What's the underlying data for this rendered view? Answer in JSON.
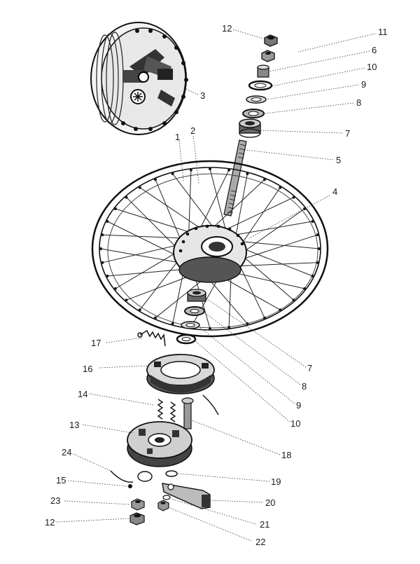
{
  "callouts": [
    {
      "id": "c12a",
      "text": "12"
    },
    {
      "id": "c11",
      "text": "11"
    },
    {
      "id": "c6",
      "text": "6"
    },
    {
      "id": "c10a",
      "text": "10"
    },
    {
      "id": "c9a",
      "text": "9"
    },
    {
      "id": "c8a",
      "text": "8"
    },
    {
      "id": "c7a",
      "text": "7"
    },
    {
      "id": "c5",
      "text": "5"
    },
    {
      "id": "c3",
      "text": "3"
    },
    {
      "id": "c1",
      "text": "1"
    },
    {
      "id": "c2",
      "text": "2"
    },
    {
      "id": "c4",
      "text": "4"
    },
    {
      "id": "c17",
      "text": "17"
    },
    {
      "id": "c16",
      "text": "16"
    },
    {
      "id": "c14",
      "text": "14"
    },
    {
      "id": "c13",
      "text": "13"
    },
    {
      "id": "c24",
      "text": "24"
    },
    {
      "id": "c15",
      "text": "15"
    },
    {
      "id": "c23",
      "text": "23"
    },
    {
      "id": "c12b",
      "text": "12"
    },
    {
      "id": "c7b",
      "text": "7"
    },
    {
      "id": "c8b",
      "text": "8"
    },
    {
      "id": "c9b",
      "text": "9"
    },
    {
      "id": "c10b",
      "text": "10"
    },
    {
      "id": "c18",
      "text": "18"
    },
    {
      "id": "c19",
      "text": "19"
    },
    {
      "id": "c20",
      "text": "20"
    },
    {
      "id": "c21",
      "text": "21"
    },
    {
      "id": "c22",
      "text": "22"
    }
  ]
}
